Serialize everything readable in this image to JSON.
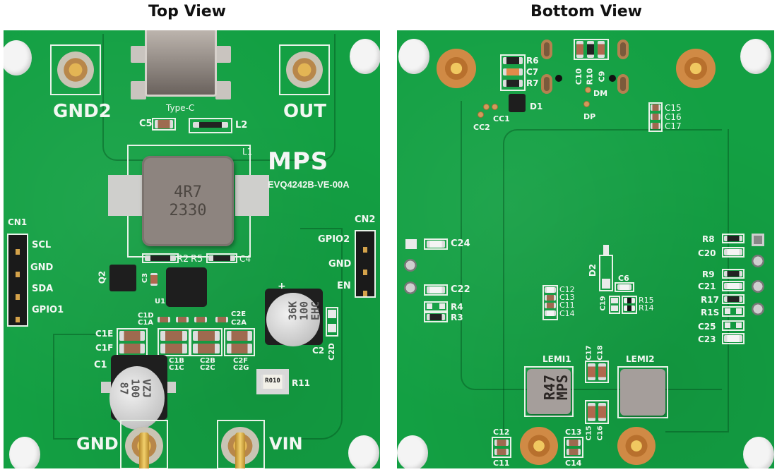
{
  "titles": {
    "top": "Top View",
    "bottom": "Bottom View"
  },
  "top_board": {
    "logo": "MPS",
    "part_number": "EVQ4242B-VE-00A",
    "terminals": {
      "gnd2": "GND2",
      "out": "OUT",
      "gnd": "GND",
      "vin": "VIN"
    },
    "usb_label": "Type-C",
    "inductor": {
      "ref": "L1",
      "marking_line1": "4R7",
      "marking_line2": "2330"
    },
    "cn1": {
      "ref": "CN1",
      "pins": [
        "SCL",
        "GND",
        "SDA",
        "GPIO1"
      ]
    },
    "cn2": {
      "ref": "CN2",
      "pins": [
        "GPIO2",
        "GND",
        "EN"
      ]
    },
    "c1_marking": [
      "87",
      "100",
      "VZJ"
    ],
    "c2_marking": [
      "36K",
      "100",
      "EHC"
    ],
    "r11_marking": "R010",
    "refs": {
      "c5": "C5",
      "l2": "L2",
      "q2": "Q2",
      "r2": "R2",
      "r5": "R5",
      "c4": "C4",
      "c3": "C3",
      "u1": "U1",
      "c1d": "C1D",
      "c1a": "C1A",
      "c2e": "C2E",
      "c2a": "C2A",
      "c1e": "C1E",
      "c1f": "C1F",
      "c1b": "C1B",
      "c1c": "C1C",
      "c2b": "C2B",
      "c2c": "C2C",
      "c2f": "C2F",
      "c2g": "C2G",
      "c1": "C1",
      "c2": "C2",
      "c2d": "C2D",
      "r11": "R11",
      "plus": "+"
    }
  },
  "bottom_board": {
    "refs": {
      "r6": "R6",
      "c7": "C7",
      "r7": "R7",
      "d1": "D1",
      "cc1": "CC1",
      "cc2": "CC2",
      "c10": "C10",
      "r10": "R10",
      "c9": "C9",
      "dm": "DM",
      "dp": "DP",
      "c15": "C15",
      "c16": "C16",
      "c17": "C17",
      "c24": "C24",
      "c22": "C22",
      "r4": "R4",
      "r3": "R3",
      "d2": "D2",
      "c6": "C6",
      "c12": "C12",
      "c13": "C13",
      "c11": "C11",
      "c14": "C14",
      "c19": "C19",
      "r15": "R15",
      "r14": "R14",
      "r8": "R8",
      "c20": "C20",
      "r9": "R9",
      "c21": "C21",
      "r17": "R17",
      "r1s": "R1S",
      "c25": "C25",
      "c23": "C23",
      "lemi1": "LEMI1",
      "lemi2": "LEMI2",
      "c17b": "C17",
      "c18b": "C18",
      "c15b": "C15",
      "c16b": "C16",
      "c12b": "C12",
      "c11b": "C11",
      "c13b": "C13",
      "c14b": "C14"
    },
    "lemi1_marking": [
      "R47",
      "MPS"
    ]
  }
}
